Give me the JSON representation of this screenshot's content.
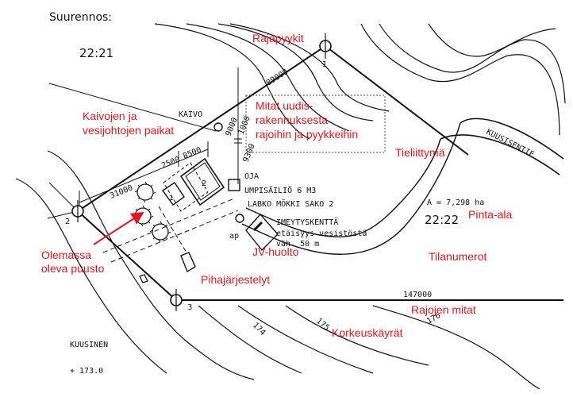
{
  "header": {
    "scale_label": "Suurennos:"
  },
  "parcels": {
    "main_number": "22:21",
    "neighbor_number": "22:22"
  },
  "boundary_markers": [
    "1",
    "2",
    "3"
  ],
  "dimensions": {
    "d_89000": "89000",
    "d_31000": "31000",
    "d_2500": "2500",
    "d_8500": "8500",
    "d_9000": "9000",
    "d_1000": "1000",
    "d_9300": "9300",
    "d_147000": "147000"
  },
  "map_labels": {
    "kaivo": "KAIVO",
    "oja": "OJA",
    "umpisailio": "UMPISÄILIÖ 6 M3",
    "labko": "LABKO MÖKKI SAKO 2",
    "imeytyskentta": "IMEYTYSKENTTÄ",
    "etaisyys_1": "etäisyys vesistöstä",
    "etaisyys_2": "väh. 50 m",
    "ap": "ap",
    "road_name": "KUUSISENTIE",
    "area": "A = 7,298 ha",
    "building_no": "2",
    "building_no_small": "1",
    "kuusinen": "KUUSINEN",
    "elevation_point": "+ 173.0",
    "contour_174": "174",
    "contour_175": "175",
    "contour_176": "176"
  },
  "annotations": {
    "rajapyykit": "Rajapyykit",
    "kaivojen_1": "Kaivojen ja",
    "kaivojen_2": "vesijohtojen paikat",
    "mitat_1": "Mitat uudis-",
    "mitat_2": "rakennuksesta",
    "mitat_3": "rajoihin ja pyykkeihin",
    "tieliittyma": "Tieliittymä",
    "pinta_ala": "Pinta-ala",
    "tilanumerot": "Tilanumerot",
    "olemassa_1": "Olemassa",
    "olemassa_2": "oleva puusto",
    "jv_huolto": "JV-huolto",
    "pihajarjestelyt": "Pihajärjestelyt",
    "rajojen_mitat": "Rajojen mitat",
    "korkeuskayrat": "Korkeuskäyrät"
  },
  "colors": {
    "annotation": "#e8141b",
    "map_ink": "#111111"
  }
}
